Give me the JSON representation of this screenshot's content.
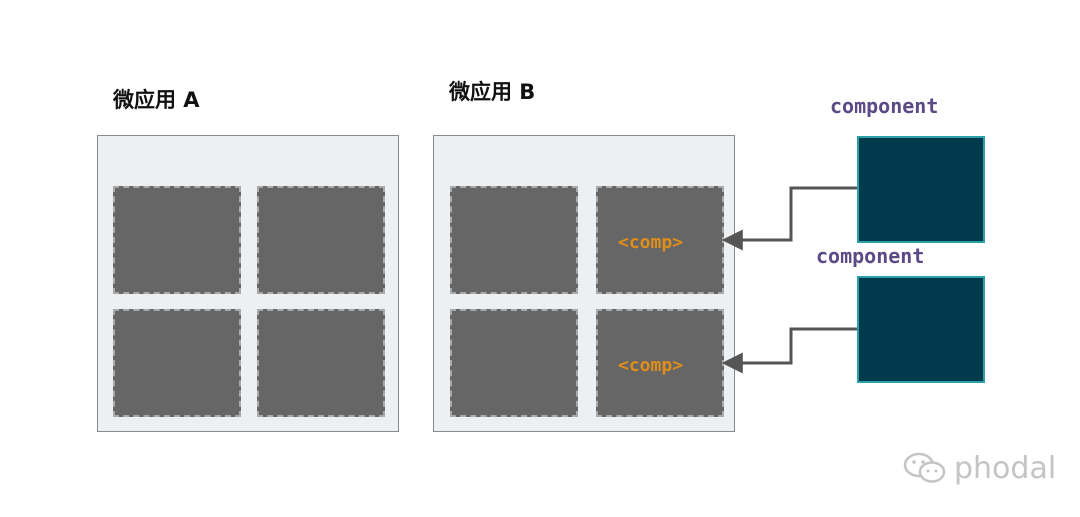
{
  "apps": [
    {
      "title": "微应用 A",
      "tiles": [
        {
          "tag": ""
        },
        {
          "tag": ""
        },
        {
          "tag": ""
        },
        {
          "tag": ""
        }
      ]
    },
    {
      "title": "微应用 B",
      "tiles": [
        {
          "tag": ""
        },
        {
          "tag": "<comp>"
        },
        {
          "tag": ""
        },
        {
          "tag": "<comp>"
        }
      ]
    }
  ],
  "components": [
    {
      "label": "component"
    },
    {
      "label": "component"
    }
  ],
  "watermark": {
    "text": "phodal",
    "icon": "wechat-icon"
  },
  "colors": {
    "app_background": "#edf0f3",
    "tile": "#666666",
    "component_fill": "#003a4c",
    "component_border": "#2aa0a8",
    "component_label": "#5b4a86",
    "comp_tag": "#e08e1a",
    "arrow": "#555555"
  }
}
